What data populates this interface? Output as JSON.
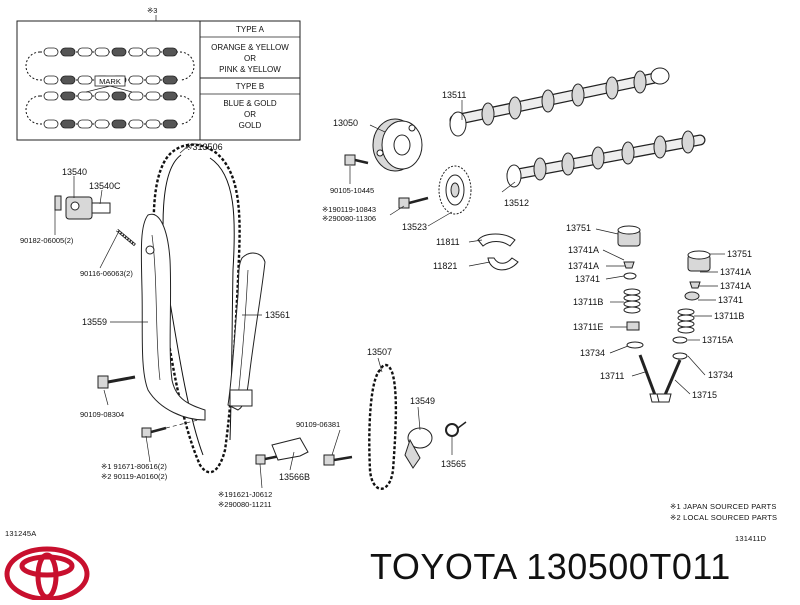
{
  "diagram": {
    "ref_note": "※3",
    "type_table": {
      "type_a_header": "TYPE A",
      "type_a_lines": [
        "ORANGE & YELLOW",
        "OR",
        "PINK & YELLOW"
      ],
      "type_b_header": "TYPE B",
      "type_b_lines": [
        "BLUE & GOLD",
        "OR",
        "GOLD"
      ],
      "mark_label": "MARK"
    },
    "labels": {
      "p13506": "※313506",
      "p13540": "13540",
      "p13540c": "13540C",
      "p90182": "90182-06005(2)",
      "p90116": "90116-06063(2)",
      "p13559": "13559",
      "p13561": "13561",
      "p90109_08304": "90109-08304",
      "p91671": "※1 91671-80616(2)",
      "p90119a": "※2 90119-A0160(2)",
      "p13050": "13050",
      "p90105": "90105-10445",
      "p90119_10843": "※190119-10843",
      "p290080_11306": "※290080-11306",
      "p13523": "13523",
      "p13511": "13511",
      "p13512": "13512",
      "p11811": "11811",
      "p11821": "11821",
      "p13751_l": "13751",
      "p13741a_l1": "13741A",
      "p13741a_l2": "13741A",
      "p13741_l": "13741",
      "p13711b_l": "13711B",
      "p13711e": "13711E",
      "p13734_l": "13734",
      "p13711": "13711",
      "p13751_r": "13751",
      "p13741a_r1": "13741A",
      "p13741a_r2": "13741A",
      "p13741_r": "13741",
      "p13711b_r": "13711B",
      "p13715a": "13715A",
      "p13734_r": "13734",
      "p13715": "13715",
      "p13507": "13507",
      "p13549": "13549",
      "p90109_06381": "90109-06381",
      "p13565": "13565",
      "p13566b": "13566B",
      "p191621": "※191621-J0612",
      "p290080_11211": "※290080-11211"
    },
    "legend": {
      "line1": "※1 JAPAN SOURCED PARTS",
      "line2": "※2 LOCAL SOURCED PARTS"
    },
    "code_left": "131245A",
    "code_right": "131411D"
  },
  "brand": {
    "logo_name": "toyota-logo",
    "logo_color": "#c8102e",
    "title": "TOYOTA 130500T011"
  }
}
